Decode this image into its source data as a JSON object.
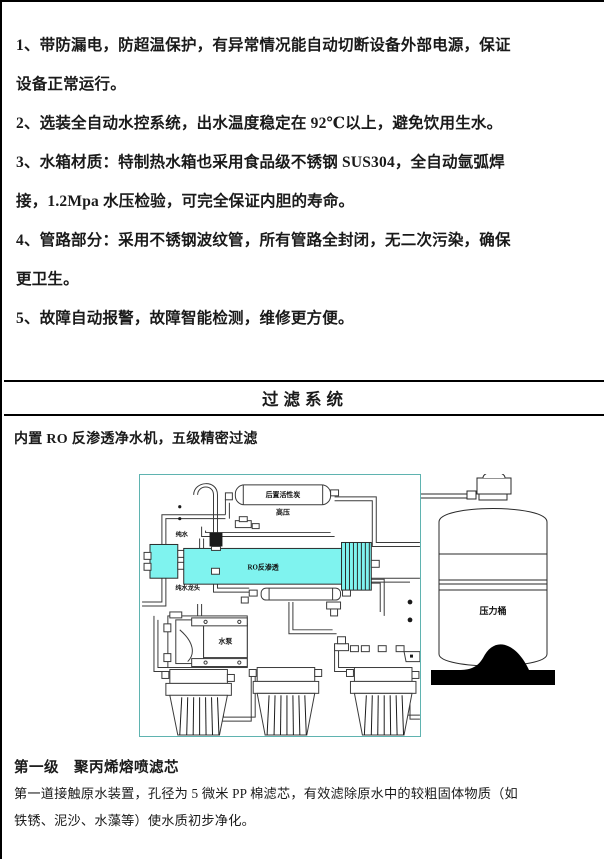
{
  "document": {
    "specs": {
      "lines": [
        "1、带防漏电，防超温保护，有异常情况能自动切断设备外部电源，保证",
        "设备正常运行。",
        "2、选装全自动水控系统，出水温度稳定在 92℃以上，避免饮用生水。",
        "3、水箱材质：特制热水箱也采用食品级不锈钢 SUS304，全自动氩弧焊",
        "接，1.2Mpa 水压检验，可完全保证内胆的寿命。",
        "4、管路部分：采用不锈钢波纹管，所有管路全封闭，无二次污染，确保",
        "更卫生。",
        "5、故障自动报警，故障智能检测，维修更方便。"
      ]
    },
    "section": {
      "header_title": "过滤系统",
      "intro": "内置 RO 反渗透净水机，五级精密过滤"
    },
    "diagram": {
      "border_color": "#5fb3b0",
      "membrane_fill": "#7ff3ef",
      "labels": {
        "pure_water": "纯水",
        "pure_water_faucet": "纯水龙头",
        "post_carbon": "后置活性炭",
        "high_pressure": "高压",
        "ro_membrane": "RO反渗透",
        "water_pump": "水泵",
        "pressure_tank": "压力桶"
      }
    },
    "stage": {
      "title": "第一级　聚丙烯熔喷滤芯",
      "body_line_1": "第一道接触原水装置，孔径为 5 微米 PP 棉滤芯，有效滤除原水中的较粗固体物质（如",
      "body_line_2": "铁锈、泥沙、水藻等）使水质初步净化。"
    }
  }
}
